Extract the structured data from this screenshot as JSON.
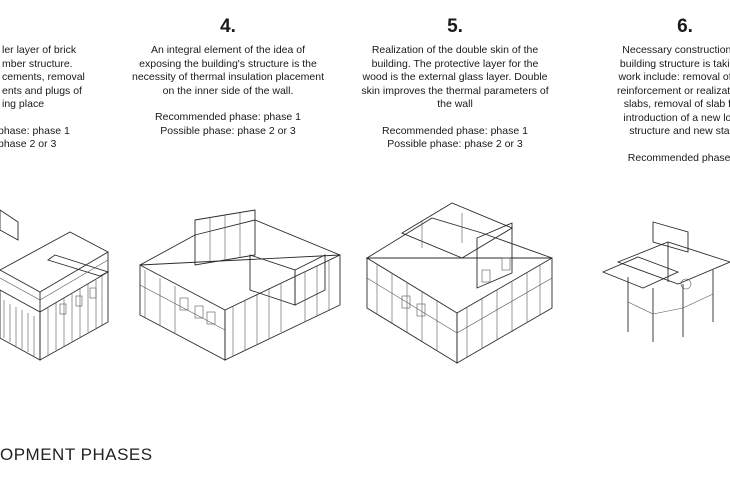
{
  "panels": [
    {
      "number": "",
      "description": "ler layer of brick\nmber structure.\ncements, removal\nents and plugs of\ning place",
      "phases": "phase: phase 1\nphase 2 or 3"
    },
    {
      "number": "4.",
      "description": "An integral element of the idea of\nexposing the building's structure is the\nnecessity of thermal insulation placement\non the inner side of the wall.",
      "phases": "Recommended phase: phase 1\nPossible phase: phase 2 or 3"
    },
    {
      "number": "5.",
      "description": "Realization of the double skin of the\nbuilding. The protective layer for the\nwood is the external glass layer. Double\nskin improves the thermal parameters of\nthe wall",
      "phases": "Recommended phase: phase 1\nPossible phase: phase 2 or 3"
    },
    {
      "number": "6.",
      "description": "Necessary construction wo\nbuilding structure is taking p\nwork include: removal of inte\nreinforcement or realization o\nslabs, removal of slab frag\nintroduction of a new load-\nstructure and new stairc",
      "phases": "Recommended phase: p"
    }
  ],
  "footer_text": "OPMENT PHASES"
}
